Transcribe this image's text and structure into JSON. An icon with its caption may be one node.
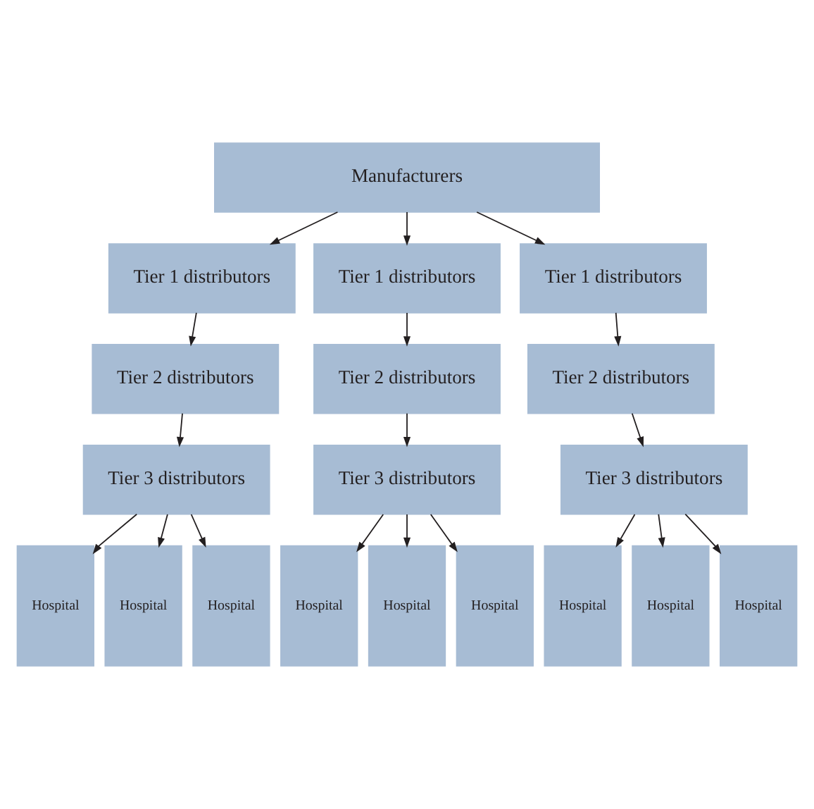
{
  "diagram": {
    "nodes": [
      {
        "text": [
          "Manufacturers"
        ]
      },
      {
        "text": [
          "Tier 1 distributors"
        ]
      },
      {
        "text": [
          "Tier 1 distributors"
        ]
      },
      {
        "text": [
          "Tier 1 distributors"
        ]
      },
      {
        "text": [
          "Tier 2 distributors"
        ]
      },
      {
        "text": [
          "Tier 2 distributors"
        ]
      },
      {
        "text": [
          "Tier 2 distributors"
        ]
      },
      {
        "text": [
          "Tier 3 distributors"
        ]
      },
      {
        "text": [
          "Tier 3 distributors"
        ]
      },
      {
        "text": [
          "Tier 3 distributors"
        ]
      },
      {
        "text": [
          "Hospital"
        ]
      },
      {
        "text": [
          "Hospital"
        ]
      },
      {
        "text": [
          "Hospital"
        ]
      },
      {
        "text": [
          "Hospital"
        ]
      },
      {
        "text": [
          "Hospital"
        ]
      },
      {
        "text": [
          "Hospital"
        ]
      },
      {
        "text": [
          "Hospital"
        ]
      },
      {
        "text": [
          "Hospital"
        ]
      },
      {
        "text": [
          "Hospital"
        ]
      }
    ],
    "edges": [
      {
        "from": 0,
        "to": 1,
        "arrow": "to"
      },
      {
        "from": 0,
        "to": 2,
        "arrow": "to"
      },
      {
        "from": 0,
        "to": 3,
        "arrow": "to"
      },
      {
        "from": 1,
        "to": 4,
        "arrow": "to"
      },
      {
        "from": 2,
        "to": 5,
        "arrow": "to"
      },
      {
        "from": 3,
        "to": 6,
        "arrow": "to"
      },
      {
        "from": 4,
        "to": 7,
        "arrow": "to"
      },
      {
        "from": 5,
        "to": 8,
        "arrow": "to"
      },
      {
        "from": 6,
        "to": 9,
        "arrow": "to"
      },
      {
        "from": 7,
        "to": 10,
        "arrow": "to"
      },
      {
        "from": 7,
        "to": 11,
        "arrow": "to"
      },
      {
        "from": 7,
        "to": 12,
        "arrow": "to"
      },
      {
        "from": 8,
        "to": 13,
        "arrow": "to"
      },
      {
        "from": 8,
        "to": 14,
        "arrow": "to"
      },
      {
        "from": 8,
        "to": 15,
        "arrow": "to"
      },
      {
        "from": 9,
        "to": 16,
        "arrow": "to"
      },
      {
        "from": 9,
        "to": 17,
        "arrow": "to"
      },
      {
        "from": 9,
        "to": 18,
        "arrow": "to"
      }
    ]
  }
}
